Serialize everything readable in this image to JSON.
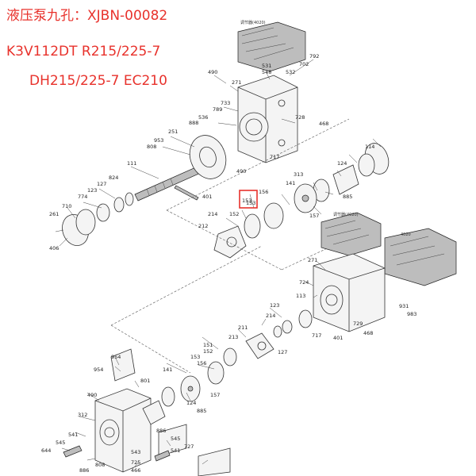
{
  "header": {
    "line1": "液压泵九孔：XJBN-00082",
    "line2": "K3V112DT R215/225-7",
    "line3": "DH215/225-7 EC210"
  },
  "labels": {
    "upper_regulator": "调节器(4020)",
    "lower_regulator": "调节器(4020)",
    "right_pump": "4020",
    "highlight": "153"
  },
  "parts": [
    "490",
    "271",
    "531",
    "548",
    "792",
    "702",
    "532",
    "789",
    "733",
    "888",
    "536",
    "728",
    "468",
    "251",
    "953",
    "808",
    "717",
    "114",
    "124",
    "313",
    "111",
    "401",
    "490",
    "824",
    "127",
    "123",
    "774",
    "710",
    "261",
    "406",
    "156",
    "153",
    "152",
    "214",
    "212",
    "141",
    "157",
    "885",
    "271",
    "724",
    "113",
    "211",
    "213",
    "214",
    "127",
    "123",
    "717",
    "729",
    "468",
    "931",
    "983",
    "401",
    "151",
    "152",
    "153",
    "156",
    "141",
    "157",
    "124",
    "885",
    "954",
    "954",
    "801",
    "490",
    "312",
    "886",
    "541",
    "545",
    "644",
    "808",
    "886",
    "725",
    "543",
    "545",
    "541",
    "466",
    "727"
  ],
  "colors": {
    "title": "#e8322c",
    "highlight": "#e8322c"
  }
}
